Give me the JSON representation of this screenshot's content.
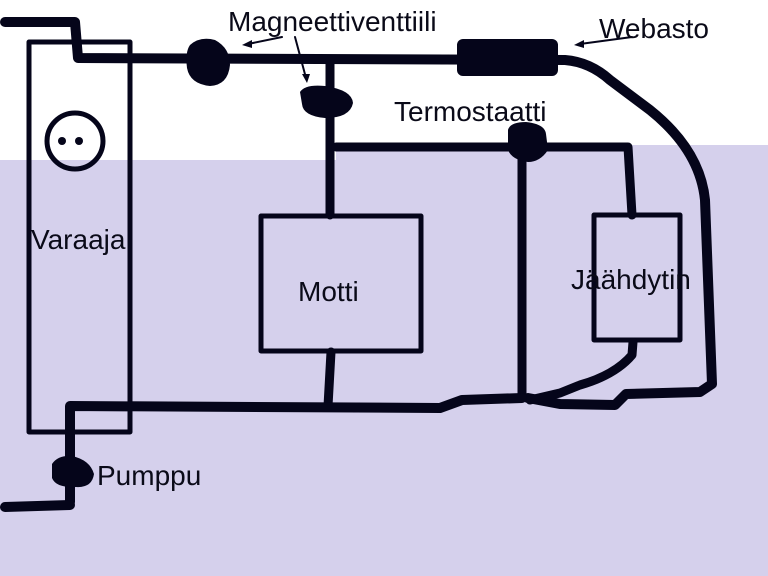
{
  "diagram": {
    "colors": {
      "background_top": "#ffffff",
      "background_overlay": "#d5d0ec",
      "ink": "#05051a"
    },
    "labels": {
      "magneettiventtiili": "Magneettiventtiili",
      "webasto": "Webasto",
      "termostaatti": "Termostaatti",
      "varaaja": "Varaaja",
      "motti": "Motti",
      "jaahdytin": "Jäähdytin",
      "pumppu": "Pumppu"
    },
    "components": [
      {
        "id": "varaaja",
        "type": "tank"
      },
      {
        "id": "magneettiventtiili",
        "type": "valve"
      },
      {
        "id": "webasto",
        "type": "heater"
      },
      {
        "id": "termostaatti",
        "type": "thermostat"
      },
      {
        "id": "motti",
        "type": "stove"
      },
      {
        "id": "jaahdytin",
        "type": "radiator"
      },
      {
        "id": "pumppu",
        "type": "pump"
      }
    ]
  }
}
